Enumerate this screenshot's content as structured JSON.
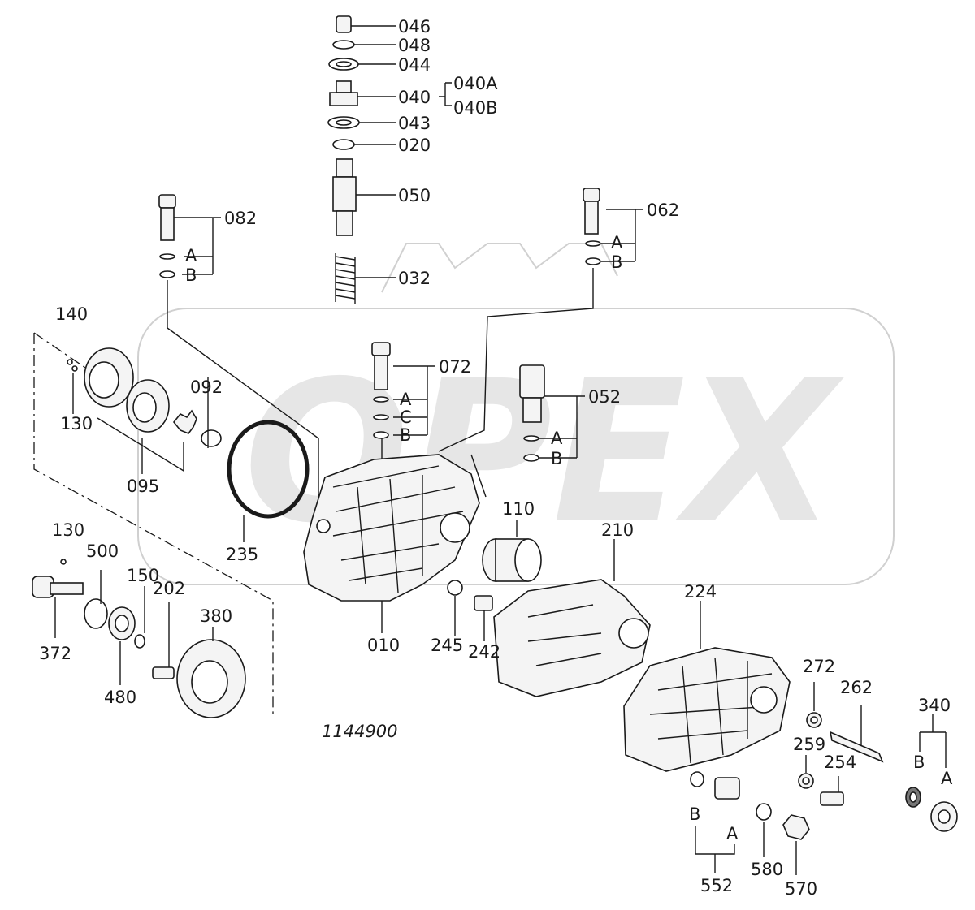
{
  "reference_number": "1144900",
  "watermark": "OPEX",
  "labels": {
    "p046": "046",
    "p048": "048",
    "p044": "044",
    "p040": "040",
    "p040A": "040A",
    "p040B": "040B",
    "p043": "043",
    "p020": "020",
    "p050": "050",
    "p032": "032",
    "p082": "082",
    "p082A": "A",
    "p082B": "B",
    "p062": "062",
    "p062A": "A",
    "p062B": "B",
    "p072": "072",
    "p072A": "A",
    "p072C": "C",
    "p072B": "B",
    "p052": "052",
    "p052A": "A",
    "p052B": "B",
    "p140": "140",
    "p130a": "130",
    "p092": "092",
    "p095": "095",
    "p235": "235",
    "p110": "110",
    "p210": "210",
    "p224": "224",
    "p010": "010",
    "p245": "245",
    "p242": "242",
    "p130b": "130",
    "p500": "500",
    "p150": "150",
    "p202": "202",
    "p380": "380",
    "p372": "372",
    "p480": "480",
    "p272": "272",
    "p262": "262",
    "p259": "259",
    "p254": "254",
    "p340": "340",
    "p340B": "B",
    "p340A": "A",
    "p552": "552",
    "p552B": "B",
    "p552A": "A",
    "p580": "580",
    "p570": "570"
  }
}
